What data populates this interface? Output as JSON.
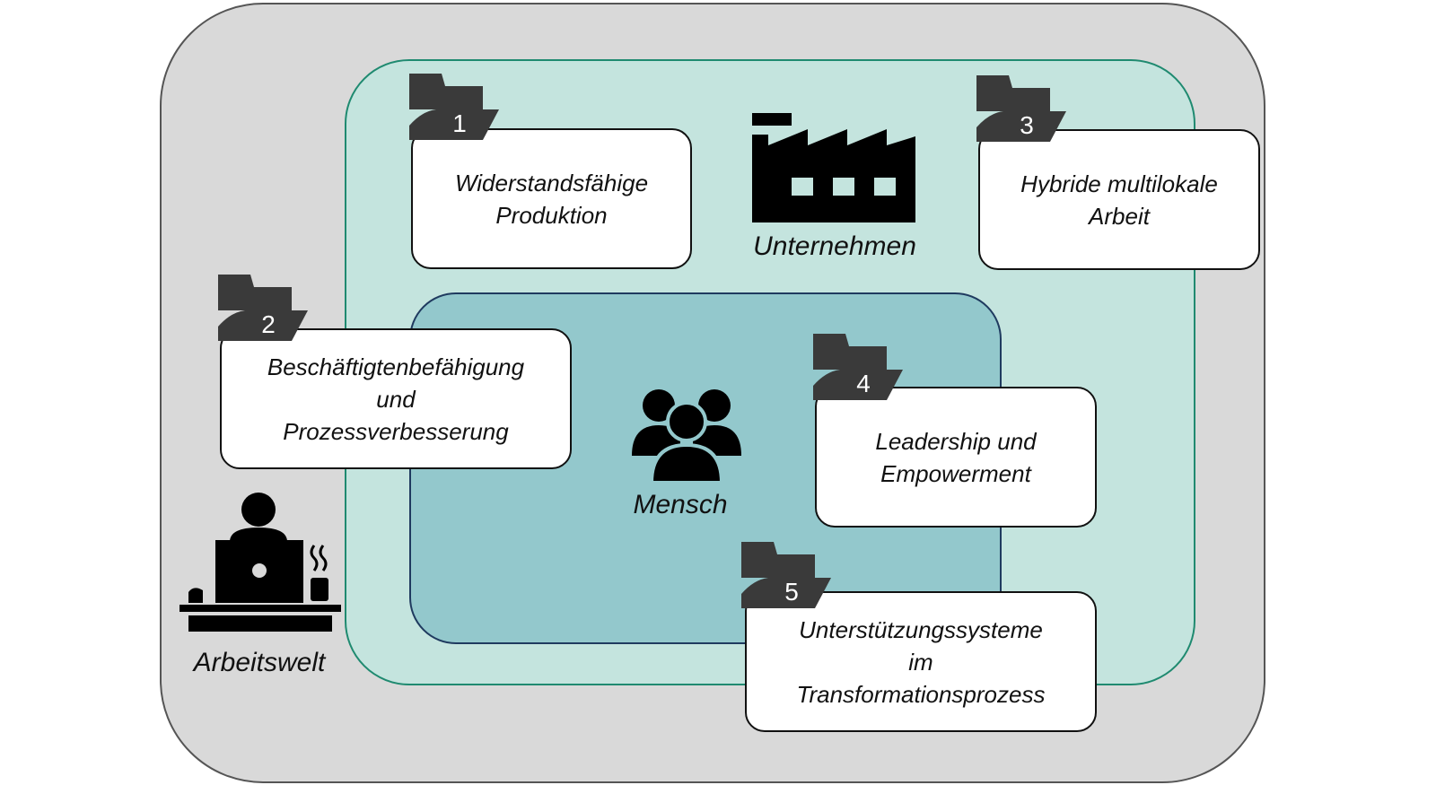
{
  "colors": {
    "arbeitswelt_fill": "#d9d9d9",
    "unternehmen_fill": "#c4e4de",
    "mensch_fill": "#93c8cc",
    "folder_dark": "#3a3a3a",
    "icon_black": "#000000"
  },
  "regions": {
    "arbeitswelt": {
      "label": "Arbeitswelt",
      "icon": "person-at-laptop-icon"
    },
    "unternehmen": {
      "label": "Unternehmen",
      "icon": "factory-icon"
    },
    "mensch": {
      "label": "Mensch",
      "icon": "people-group-icon"
    }
  },
  "cards": [
    {
      "number": "1",
      "text": "Widerstandsfähige\nProduktion"
    },
    {
      "number": "2",
      "text": "Beschäftigtenbefähigung\nund\nProzessverbesserung"
    },
    {
      "number": "3",
      "text": "Hybride multilokale\nArbeit"
    },
    {
      "number": "4",
      "text": "Leadership und\nEmpowerment"
    },
    {
      "number": "5",
      "text": "Unterstützungssysteme\nim\nTransformationsprozess"
    }
  ]
}
